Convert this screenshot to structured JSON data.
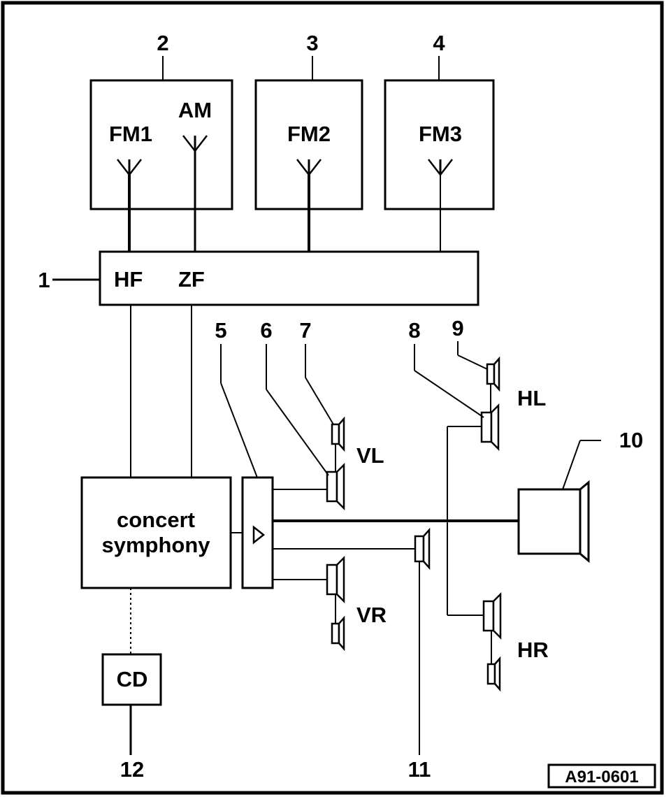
{
  "callouts": {
    "c1": "1",
    "c2": "2",
    "c3": "3",
    "c4": "4",
    "c5": "5",
    "c6": "6",
    "c7": "7",
    "c8": "8",
    "c9": "9",
    "c10": "10",
    "c11": "11",
    "c12": "12"
  },
  "antenna_boxes": {
    "box2": {
      "fm": "FM1",
      "am": "AM"
    },
    "box3": {
      "fm": "FM2"
    },
    "box4": {
      "fm": "FM3"
    }
  },
  "module": {
    "hf": "HF",
    "zf": "ZF"
  },
  "head_unit": {
    "line1": "concert",
    "line2": "symphony"
  },
  "cd": "CD",
  "speakers": {
    "vl": "VL",
    "vr": "VR",
    "hl": "HL",
    "hr": "HR"
  },
  "figure_id": "A91-0601",
  "icons": [
    "antenna-icon",
    "amplifier-triangle-icon",
    "speaker-icon",
    "subwoofer-icon"
  ]
}
